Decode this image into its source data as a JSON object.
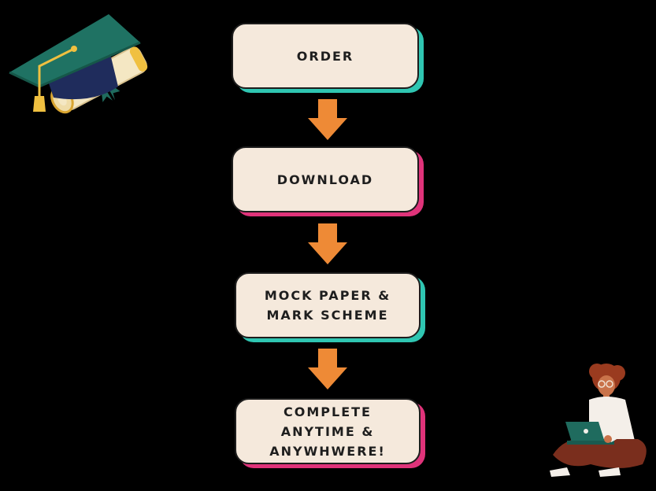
{
  "steps": [
    {
      "label": "ORDER"
    },
    {
      "label": "DOWNLOAD"
    },
    {
      "label": "MOCK PAPER &\nMARK SCHEME"
    },
    {
      "label": "COMPLETE\nANYTIME &\nANYWHWERE!"
    }
  ],
  "colors": {
    "background": "#000000",
    "box_fill": "#f5e9dc",
    "shadow_teal": "#2fc6b2",
    "shadow_pink": "#e0337a",
    "arrow": "#ee8a36"
  },
  "icons": {
    "top_left": "graduation-cap-and-diploma-icon",
    "bottom_right": "student-with-laptop-illustration",
    "connector": "down-arrow-icon"
  }
}
